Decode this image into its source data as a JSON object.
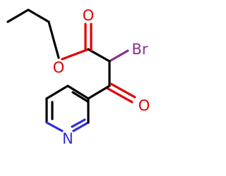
{
  "structure": {
    "atoms": [
      {
        "id": "ester_o_top",
        "label": "O",
        "color": "#e00000"
      },
      {
        "id": "ester_o_left",
        "label": "O",
        "color": "#e00000"
      },
      {
        "id": "bromine",
        "label": "Br",
        "color": "#8b2f8b"
      },
      {
        "id": "ketone_o",
        "label": "O",
        "color": "#e00000"
      },
      {
        "id": "pyridine_n",
        "label": "N",
        "color": "#2f2fd8"
      }
    ]
  }
}
